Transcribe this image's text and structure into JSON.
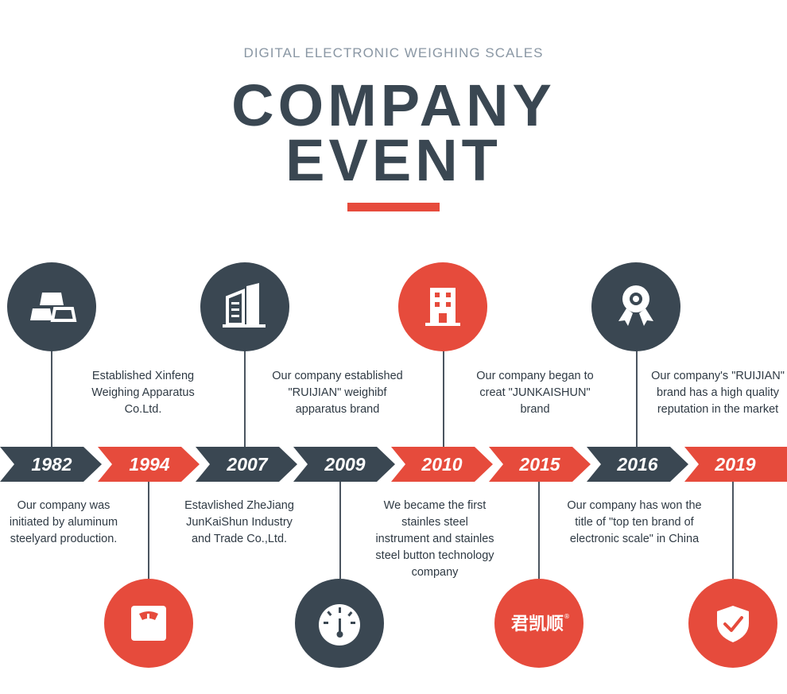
{
  "header": {
    "subtitle": "DIGITAL ELECTRONIC WEIGHING SCALES",
    "title_line1": "COMPANY",
    "title_line2": "EVENT"
  },
  "colors": {
    "dark": "#3a4752",
    "red": "#e64b3c",
    "text": "#2f3a44",
    "subtitle": "#8a97a4"
  },
  "timeline": [
    {
      "year": "1982",
      "color": "dark",
      "icon": "aluminum-ingots-icon",
      "description": "Our company was initiated by aluminum steelyard production."
    },
    {
      "year": "1994",
      "color": "red",
      "icon": "bathroom-scale-icon",
      "description": "Established Xinfeng Weighing Apparatus Co.Ltd."
    },
    {
      "year": "2007",
      "color": "dark",
      "icon": "office-building-icon",
      "description": "Estavlished ZheJiang JunKaiShun Industry and Trade Co.,Ltd."
    },
    {
      "year": "2009",
      "color": "dark",
      "icon": "gauge-icon",
      "description": "Our company established \"RUIJIAN\" weighibf apparatus brand"
    },
    {
      "year": "2010",
      "color": "red",
      "icon": "factory-building-icon",
      "description": "We became the first stainles steel instrument and stainles steel button technology company"
    },
    {
      "year": "2015",
      "color": "red",
      "icon": "brand-logo-icon",
      "logo_text": "君凯顺",
      "logo_mark": "®",
      "description": "Our company began to creat \"JUNKAISHUN\" brand"
    },
    {
      "year": "2016",
      "color": "dark",
      "icon": "award-badge-icon",
      "description": "Our company has won the title of \"top ten brand of electronic scale\" in China"
    },
    {
      "year": "2019",
      "color": "red",
      "icon": "shield-check-icon",
      "description": "Our company's \"RUIJIAN\" brand has a high quality reputation in the market"
    }
  ]
}
